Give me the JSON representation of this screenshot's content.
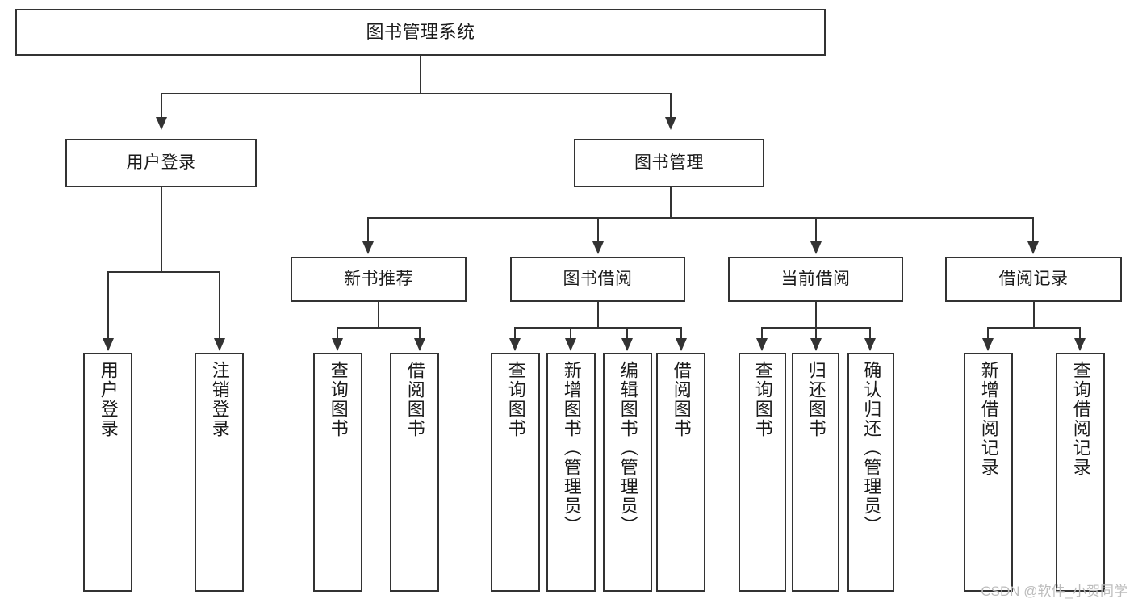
{
  "diagram": {
    "title": "图书管理系统",
    "type": "hierarchy-tree",
    "watermark": "CSDN @软件_小贺同学",
    "colors": {
      "stroke": "#333333",
      "fill": "#ffffff",
      "text": "#1a1a1a",
      "watermark": "#bcbcbc"
    },
    "levels": {
      "root": {
        "label": "图书管理系统"
      },
      "level2": [
        {
          "label": "用户登录"
        },
        {
          "label": "图书管理"
        }
      ],
      "level3": [
        {
          "label": "新书推荐"
        },
        {
          "label": "图书借阅"
        },
        {
          "label": "当前借阅"
        },
        {
          "label": "借阅记录"
        }
      ]
    },
    "leaves": {
      "user_login": [
        {
          "label": "用户登录"
        },
        {
          "label": "注销登录"
        }
      ],
      "new_book_recommend": [
        {
          "label": "查询图书"
        },
        {
          "label": "借阅图书"
        }
      ],
      "book_borrow": [
        {
          "label": "查询图书"
        },
        {
          "label": "新增图书（管理员）"
        },
        {
          "label": "编辑图书（管理员）"
        },
        {
          "label": "借阅图书"
        }
      ],
      "current_borrow": [
        {
          "label": "查询图书"
        },
        {
          "label": "归还图书"
        },
        {
          "label": "确认归还（管理员）"
        }
      ],
      "borrow_record": [
        {
          "label": "新增借阅记录"
        },
        {
          "label": "查询借阅记录"
        }
      ]
    }
  }
}
